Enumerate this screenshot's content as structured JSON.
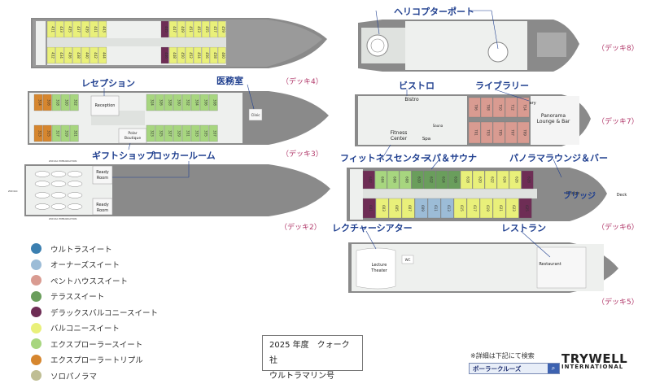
{
  "colors": {
    "ultra_suite": "#3b7fb0",
    "owners_suite": "#9cbcd7",
    "penthouse_suite": "#d99b91",
    "terrace_suite": "#6a9e5c",
    "deluxe_balcony_suite": "#6e2d55",
    "balcony_suite": "#e9f07a",
    "explorer_suite": "#a7d67f",
    "explorer_triple": "#d6862e",
    "solo_panorama": "#bfbe94",
    "hull": "#8a8a8a",
    "deck_floor": "#eef0ee",
    "callout_text": "#1f3f8f",
    "deck_tag": "#b23a6b"
  },
  "deck_labels": {
    "deck8": "（デッキ8）",
    "deck7": "（デッキ7）",
    "deck6": "（デッキ6）",
    "deck5": "（デッキ5）",
    "deck4": "（デッキ4）",
    "deck3": "（デッキ3）",
    "deck2": "（デッキ2）"
  },
  "callouts": {
    "helipad": "ヘリコプターポート",
    "reception": "レセプション",
    "medical": "医務室",
    "gift_shop": "ギフトショップ",
    "locker_room": "ロッカールーム",
    "bistro": "ビストロ",
    "library": "ライブラリー",
    "fitness_center": "フィットネスセンター",
    "spa_sauna": "スパ＆サウナ",
    "panorama_lounge": "パノラマラウンジ＆バー",
    "bridge": "ブリッジ",
    "lecture_theater": "レクチャーシアター",
    "restaurant": "レストラン"
  },
  "plan_labels": {
    "reception": "Reception",
    "polar_boutique": "Polar\nBoutique",
    "clinic": "Clinic",
    "ready_room_1": "Ready\nRoom",
    "ready_room_2": "Ready\nRoom",
    "zodiac_1": "ZODIAC EMBARKATION",
    "zodiac_2": "ZODIAC EMBARKATION",
    "zodiac_3": "ZODIAC EMBARKATION",
    "bistro": "Bistro",
    "library": "Library",
    "panorama": "Panorama\nLounge & Bar",
    "fitness": "Fitness\nCenter",
    "spa": "Spa",
    "sauna": "Sauna",
    "bridge": "Bridge",
    "deck": "Deck",
    "lecture": "Lecture\nTheater",
    "restaurant": "Restaurant",
    "wc": "WC"
  },
  "cabins": {
    "deck4_top": [
      "431",
      "433",
      "435",
      "437",
      "439",
      "441",
      "443",
      "445",
      "447",
      "449",
      "451",
      "453",
      "455",
      "457",
      "459"
    ],
    "deck4_bottom": [
      "432",
      "434",
      "436",
      "438",
      "440",
      "442",
      "444",
      "446",
      "448",
      "450",
      "452",
      "454",
      "456",
      "458",
      "460"
    ],
    "deck3_top": [
      "314",
      "316",
      "318",
      "320",
      "322",
      "324",
      "326",
      "328",
      "330",
      "332",
      "334",
      "336",
      "338"
    ],
    "deck3_bottom": [
      "313",
      "315",
      "317",
      "319",
      "321",
      "323",
      "325",
      "327",
      "329",
      "331",
      "333",
      "335",
      "337"
    ],
    "deck7_top": [
      "706",
      "708",
      "710",
      "712",
      "714"
    ],
    "deck7_bottom": [
      "701",
      "703",
      "705",
      "707",
      "709"
    ],
    "deck6_top": [
      "602",
      "604",
      "606",
      "608",
      "610",
      "612",
      "614",
      "616",
      "618",
      "620",
      "622",
      "624",
      "626",
      "628"
    ],
    "deck6_bottom": [
      "601",
      "603",
      "605",
      "607",
      "609",
      "611",
      "613",
      "615",
      "617",
      "619",
      "621",
      "623",
      "625"
    ],
    "deck6_special": [
      "619",
      "617",
      "615",
      "618",
      "616"
    ]
  },
  "legend": [
    {
      "label": "ウルトラスイート",
      "color_key": "ultra_suite"
    },
    {
      "label": "オーナーズスイート",
      "color_key": "owners_suite"
    },
    {
      "label": "ペントハウススイート",
      "color_key": "penthouse_suite"
    },
    {
      "label": "テラススイート",
      "color_key": "terrace_suite"
    },
    {
      "label": "デラックスバルコニースイート",
      "color_key": "deluxe_balcony_suite"
    },
    {
      "label": "バルコニースイート",
      "color_key": "balcony_suite"
    },
    {
      "label": "エクスプローラースイート",
      "color_key": "explorer_suite"
    },
    {
      "label": "エクスプローラートリプル",
      "color_key": "explorer_triple"
    },
    {
      "label": "ソロパノラマ",
      "color_key": "solo_panorama"
    }
  ],
  "info_box": {
    "line1": "2025 年度　クォーク社",
    "line2": "ウルトラマリン号"
  },
  "search": {
    "note": "※詳細は下記にて検索",
    "query": "ポーラークルーズ",
    "button_icon": "search-icon"
  },
  "logo": {
    "line1": "TRYWELL",
    "line2": "INTERNATIONAL"
  }
}
